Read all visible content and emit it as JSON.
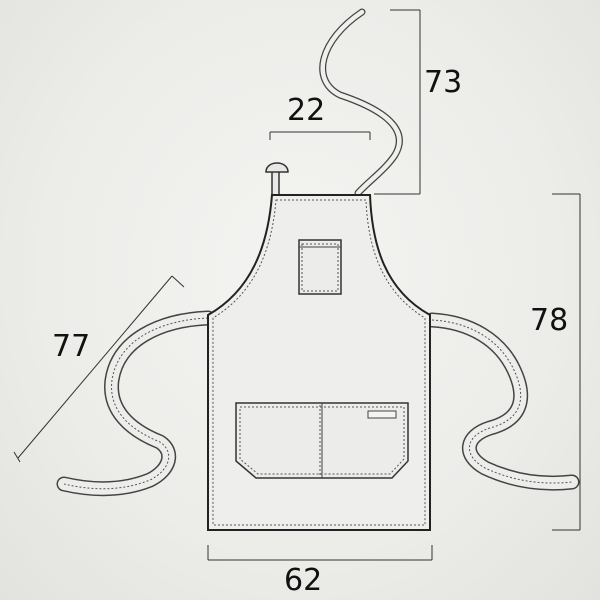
{
  "dimensions": {
    "neck_strap_length": "73",
    "neck_width": "22",
    "body_height": "78",
    "waist_tie_length": "77",
    "bottom_width": "62"
  }
}
